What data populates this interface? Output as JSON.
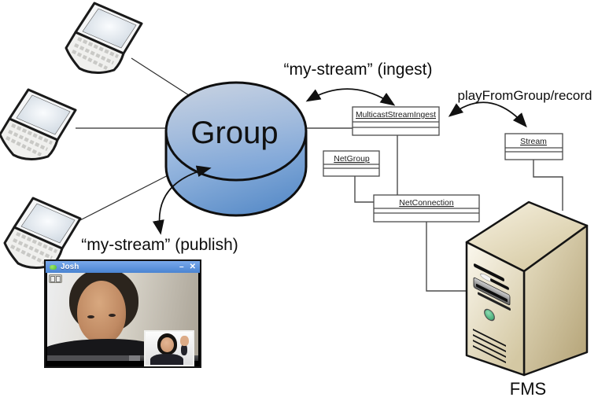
{
  "diagram": {
    "group_label": "Group",
    "ingest_label": "“my-stream” (ingest)",
    "publish_label": "“my-stream” (publish)",
    "play_label": "playFromGroup/record",
    "fms_label": "FMS",
    "uml": {
      "multicast": "MulticastStreamIngest",
      "netgroup": "NetGroup",
      "netconnection": "NetConnection",
      "stream": "Stream"
    }
  },
  "video_window": {
    "title": "Josh",
    "minimize_label": "–",
    "close_label": "✕"
  },
  "colors": {
    "cylinder_blue": "#7ea6d8",
    "titlebar_blue": "#5b92d8",
    "server_beige": "#e3d8b8",
    "power_button_green": "#3fae62",
    "connector_gray": "#4b4b4b"
  }
}
